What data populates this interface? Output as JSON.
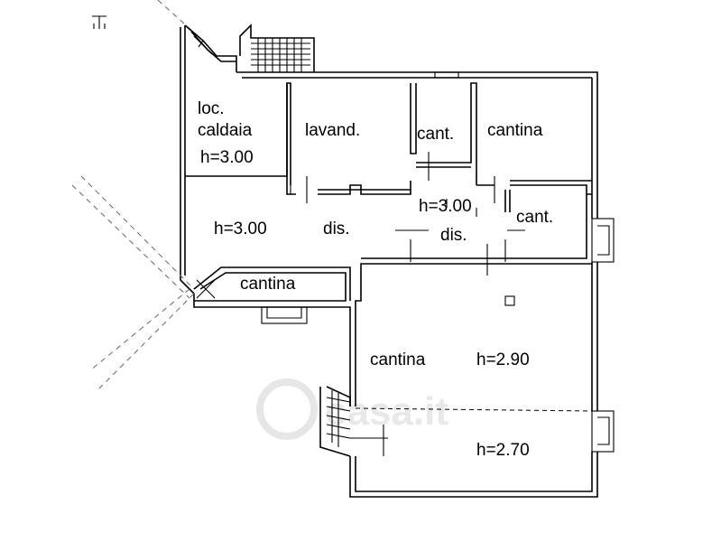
{
  "rooms": {
    "loc_caldaia_line1": "loc.",
    "loc_caldaia_line2": "caldaia",
    "loc_caldaia_height": "h=3.00",
    "lavanderia": "lavand.",
    "cant_top": "cant.",
    "cantina_top_right": "cantina",
    "cant_right": "cant.",
    "height_center": "h=3.00",
    "dis_center": "dis.",
    "height_left": "h=3.00",
    "dis_left": "dis.",
    "cantina_small": "cantina",
    "cantina_large": "cantina",
    "height_large": "h=2.90",
    "height_lower": "h=2.70"
  },
  "watermark": {
    "text": "casa.it"
  },
  "colors": {
    "line": "#000000",
    "background": "#ffffff",
    "watermark": "#e8e8e8"
  }
}
